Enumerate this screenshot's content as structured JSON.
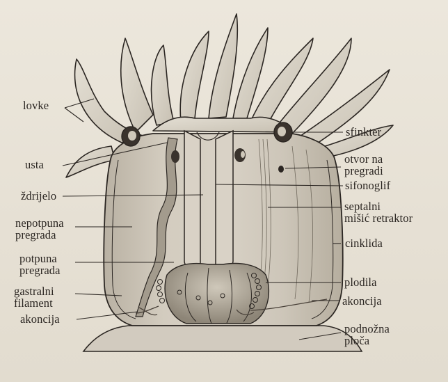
{
  "labels": {
    "lovke": "lovke",
    "usta": "usta",
    "zdrijelo": "ždrijelo",
    "nepotpuna_1": "nepotpuna",
    "nepotpuna_2": "pregrada",
    "potpuna_1": "potpuna",
    "potpuna_2": "pregrada",
    "gastralni_1": "gastralni",
    "gastralni_2": "filament",
    "akoncija_left": "akoncija",
    "sfinkter": "sfinkter",
    "otvor_1": "otvor na",
    "otvor_2": "pregradi",
    "sifonoglif": "sifonoglif",
    "septalni_1": "septalni",
    "septalni_2": "mišić retraktor",
    "cinklida": "cinklida",
    "plodila": "plodila",
    "akoncija_right": "akoncija",
    "podnozna_1": "podnožna",
    "podnozna_2": "ploča"
  },
  "colors": {
    "ink": "#2b2622",
    "body_fill": "#cfc8bb",
    "tentacle_fill": "#dcd6ca",
    "shadow": "#8f877a"
  }
}
